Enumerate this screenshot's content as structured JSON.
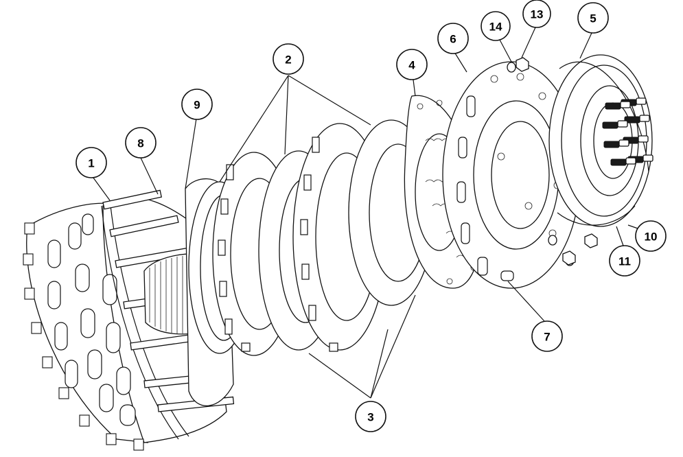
{
  "title": "Clutch assembly exploded view",
  "callouts": [
    {
      "id": "1",
      "label": "1"
    },
    {
      "id": "2",
      "label": "2"
    },
    {
      "id": "3",
      "label": "3"
    },
    {
      "id": "4",
      "label": "4"
    },
    {
      "id": "5",
      "label": "5"
    },
    {
      "id": "6",
      "label": "6"
    },
    {
      "id": "7",
      "label": "7"
    },
    {
      "id": "8",
      "label": "8"
    },
    {
      "id": "9",
      "label": "9"
    },
    {
      "id": "10",
      "label": "10"
    },
    {
      "id": "11",
      "label": "11"
    },
    {
      "id": "13",
      "label": "13"
    },
    {
      "id": "14",
      "label": "14"
    }
  ],
  "parts": [
    "clutch-basket-icon",
    "hub-pins-icon",
    "clutch-hub-icon",
    "friction-plate-icon",
    "steel-plate-icon",
    "pressure-plate-icon",
    "spring-icon",
    "cover-plate-icon",
    "end-cap-icon",
    "bolts-icon",
    "nut-icon",
    "washer-icon"
  ]
}
